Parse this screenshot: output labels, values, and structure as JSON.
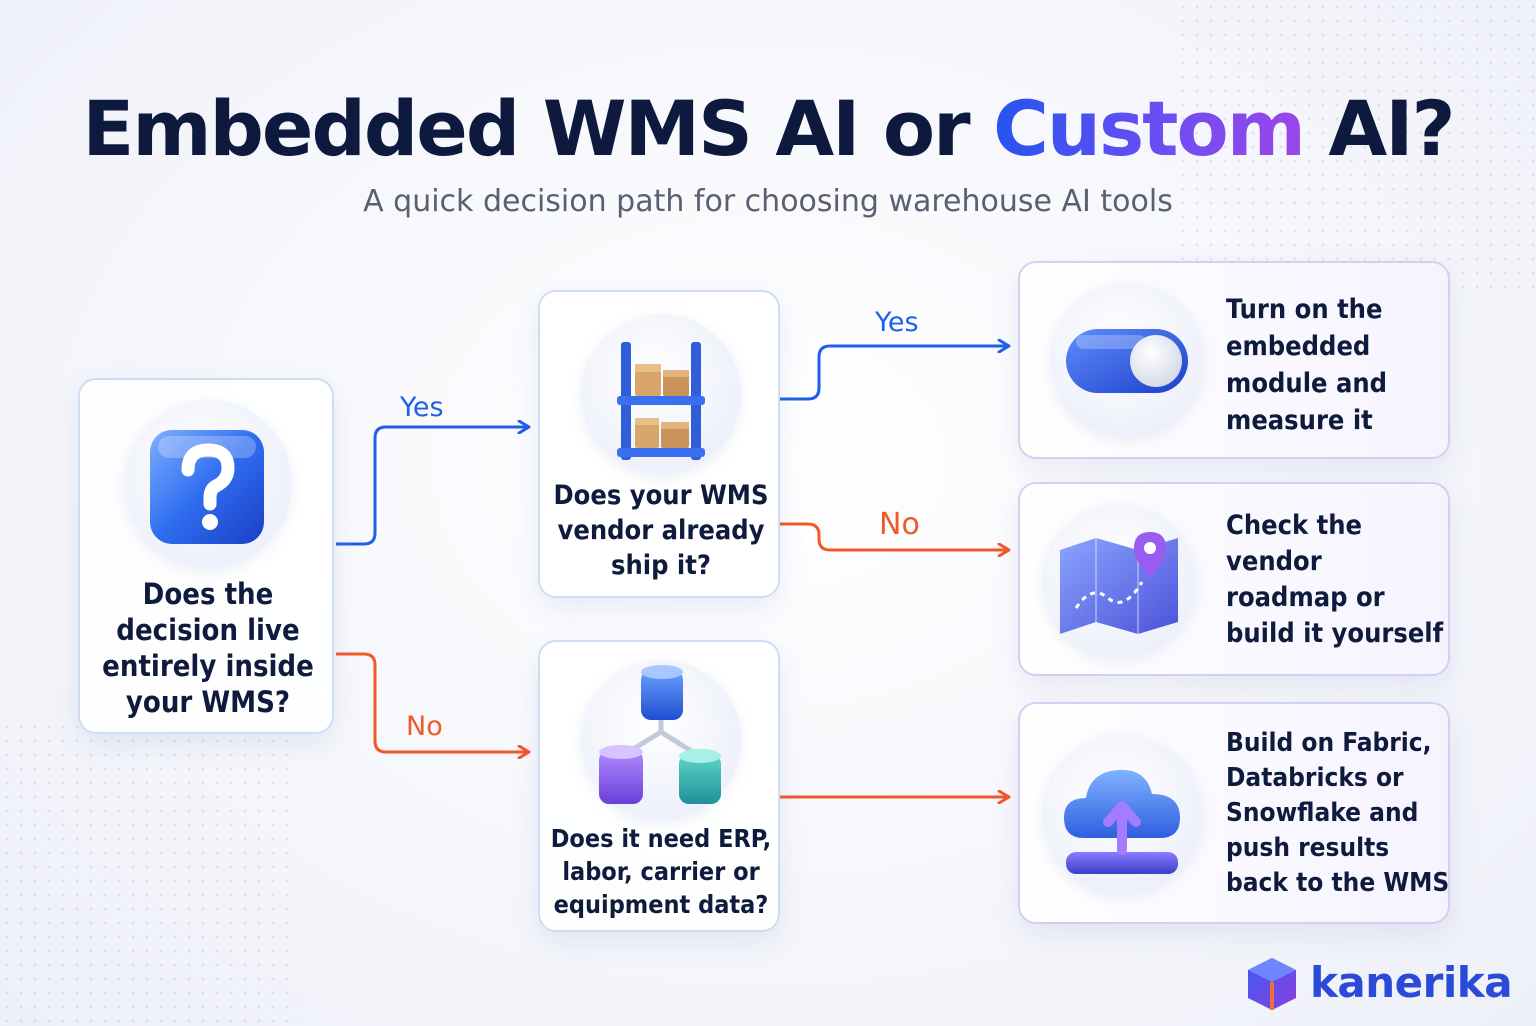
{
  "title": {
    "part1": "Embedded WMS AI or ",
    "accent": "Custom",
    "part2": " AI?"
  },
  "subtitle": "A quick decision path for choosing warehouse AI tools",
  "nodes": {
    "q1": {
      "text": "Does the decision live entirely inside your WMS?",
      "icon": "question-cube-icon"
    },
    "q2": {
      "text": "Does your WMS vendor already ship it?",
      "icon": "warehouse-shelf-icon"
    },
    "q3": {
      "text": "Does it need ERP, labor, carrier or equipment data?",
      "icon": "database-network-icon"
    },
    "o1": {
      "text": "Turn on the embedded module and measure it",
      "icon": "toggle-switch-icon"
    },
    "o2": {
      "text": "Check the vendor roadmap or build it yourself",
      "icon": "map-pin-icon"
    },
    "o3": {
      "text": "Build on Fabric, Databricks or Snowflake and push results back to the WMS",
      "icon": "cloud-upload-icon"
    }
  },
  "edges": {
    "q1_yes": "Yes",
    "q1_no": "No",
    "q2_yes": "Yes",
    "q2_no": "No"
  },
  "colors": {
    "yes": "#2060e8",
    "no": "#f05a28",
    "title": "#0d1a3e",
    "accent_start": "#2454f0",
    "accent_end": "#9b45ea"
  },
  "brand": {
    "name": "kanerika",
    "icon": "kanerika-logo-icon"
  }
}
